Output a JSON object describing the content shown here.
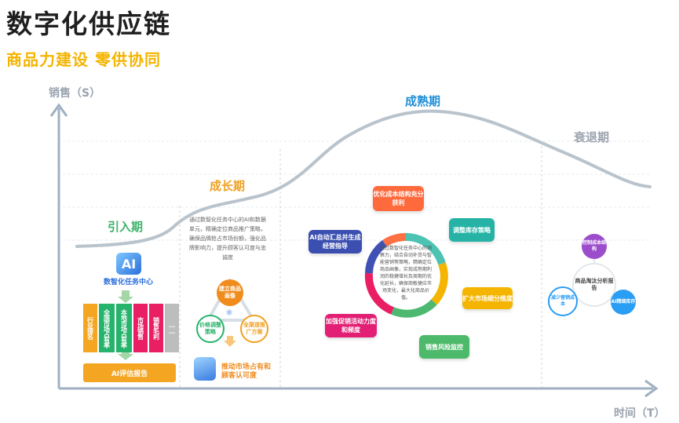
{
  "header": {
    "title": "数字化供应链",
    "subtitle": "商品力建设 零供协同"
  },
  "axes": {
    "y_label": "销售（S）",
    "x_label": "时间（T）"
  },
  "stages": {
    "intro": {
      "label": "引入期",
      "color": "#3db36b"
    },
    "growth": {
      "label": "成长期",
      "color": "#f0a020"
    },
    "mature": {
      "label": "成熟期",
      "color": "#1f8fd6"
    },
    "decline": {
      "label": "衰退期",
      "color": "#9aa3ae"
    }
  },
  "intro": {
    "ai_text": "AI",
    "center_label": "数智化任务中心",
    "columns": [
      "行业排名",
      "全国市场占有率",
      "本地市场占有率",
      "市场销售",
      "销售毛利",
      "……"
    ],
    "column_colors": [
      "#f4a623",
      "#26b36b",
      "#26b36b",
      "#e91e63",
      "#e91e63",
      "#bdbdbd"
    ],
    "report_label": "AI评估报告"
  },
  "growth": {
    "description": "通过数智化任务中心的AI和数据单元，精确定位商品推广策略，确保品牌抢占市场份额，强化品牌影响力，提升顾客认可度与忠诚度",
    "build_label": "建立商品画像",
    "price_label": "价格调整策略",
    "channel_label": "全渠道推广方案",
    "result_label": "推动市场占有和顾客认可度"
  },
  "mature": {
    "center_text": "通过数智化任务中心的洞察力，结合自动补货与智能营销等策略，精确定位商品画像，实现成熟期利润的稳健增长及周期的优化延长，确保商敏捷应市场变化，最大化商品价值。",
    "cards": {
      "cost": "优化成本结构充分获利",
      "inventory": "调整库存策略",
      "ai_summary": "AI自动汇总并生成经营指导",
      "expand": "扩大市场细分维度",
      "promo": "加强促销活动力度和频度",
      "risk": "销售风险监控"
    }
  },
  "decline": {
    "center": "商品淘汰分析报告",
    "control": "控制成本结构",
    "reduce": "减少营销成本",
    "ai_clear": "AI精细库存"
  }
}
